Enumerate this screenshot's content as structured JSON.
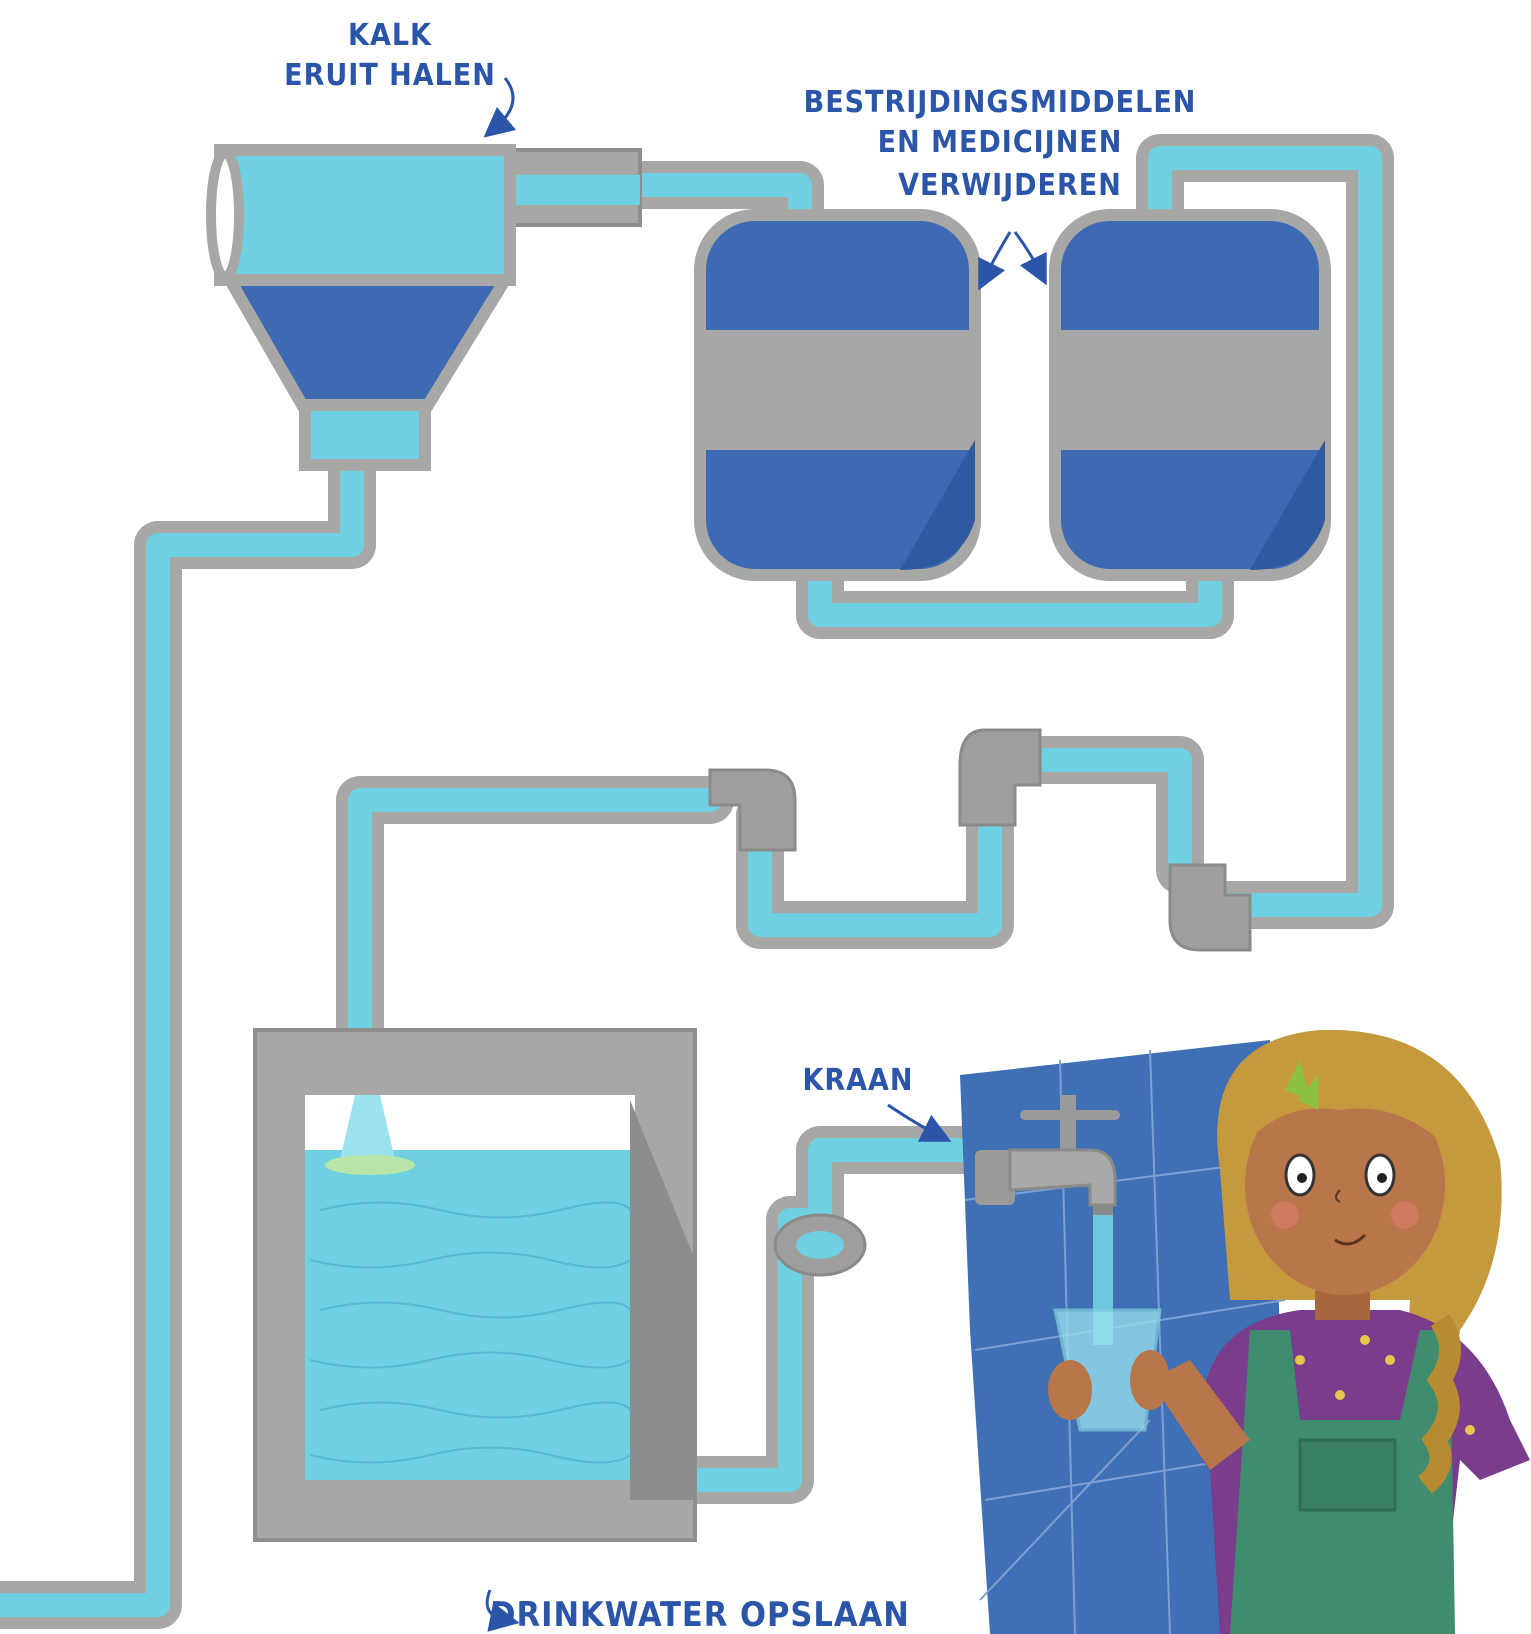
{
  "labels": {
    "limescale": [
      "KALK",
      "ERUIT HALEN"
    ],
    "filters": [
      "BESTRIJDINGSMIDDELEN",
      "EN MEDICIJNEN",
      "VERWIJDEREN"
    ],
    "tap": "KRAAN",
    "storage": "DRINKWATER OPSLAAN"
  },
  "colors": {
    "water": "#6fd0e2",
    "pipe": "#a7a7a5",
    "filter_blue": "#3d6ab3",
    "label_blue": "#2a55a8",
    "tile_wall": "#3f6fb5"
  }
}
